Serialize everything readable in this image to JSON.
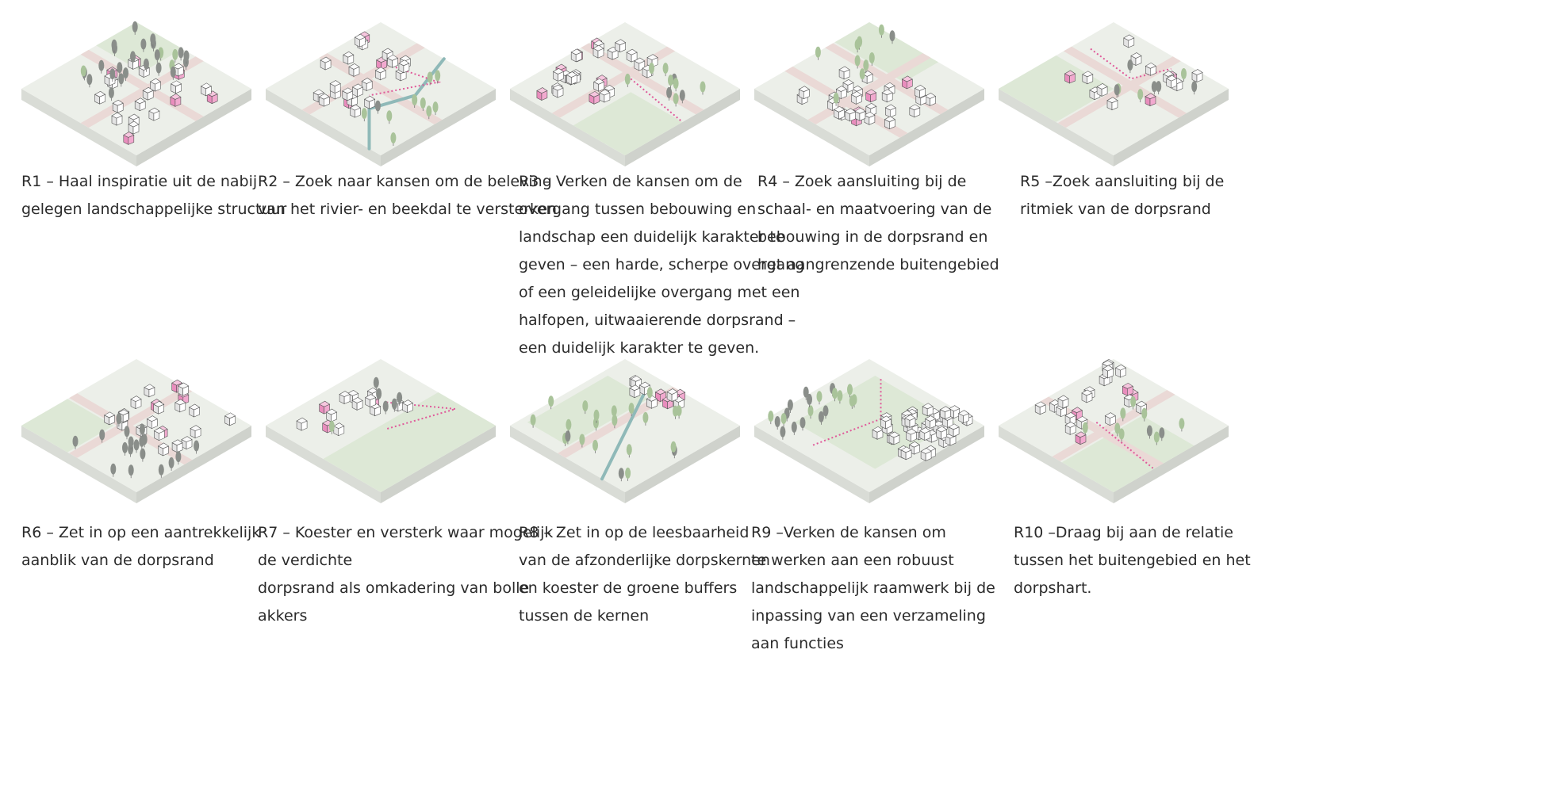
{
  "colors": {
    "tile_top": "#ecefe9",
    "tile_side": "#d9dcd6",
    "road": "#ead9d6",
    "field": "#dde8d6",
    "accent": "#e05a9a",
    "house": "#ffffff",
    "house_highlight": "#f2a9cf",
    "tree_dark": "#8a8e8a",
    "tree_green": "#a9c39a",
    "water": "#8fb9b8"
  },
  "panels": [
    {
      "id": "R1",
      "lines": [
        "R1 – Haal inspiratie uit de nabij",
        "gelegen landschappelijke structuur"
      ]
    },
    {
      "id": "R2",
      "lines": [
        "R2 – Zoek naar kansen om de beleving",
        "van het rivier- en beekdal te versterken"
      ]
    },
    {
      "id": "R3",
      "lines": [
        "R3 – Verken de kansen om de",
        "overgang tussen bebouwing  en",
        "landschap een duidelijk karakter te",
        "geven – een harde, scherpe overgang",
        "of een geleidelijke overgang met een",
        "halfopen, uitwaaierende dorpsrand –",
        "een duidelijk karakter te geven."
      ]
    },
    {
      "id": "R4",
      "lines": [
        "R4 – Zoek aansluiting bij de",
        "schaal- en maatvoering van de",
        "bebouwing in de dorpsrand en",
        "het aangrenzende  buitengebied"
      ]
    },
    {
      "id": "R5",
      "lines": [
        "R5 –Zoek aansluiting bij de",
        "ritmiek van de dorpsrand"
      ]
    },
    {
      "id": "R6",
      "lines": [
        "R6 – Zet in op een aantrekkelijk",
        "aanblik van de dorpsrand"
      ]
    },
    {
      "id": "R7",
      "lines": [
        "R7 – Koester en versterk waar mogelijk",
        "de verdichte",
        "dorpsrand als omkadering van bolle",
        "akkers"
      ]
    },
    {
      "id": "R8",
      "lines": [
        "R8 – Zet in op de leesbaarheid",
        "van de afzonderlijke dorpskernen",
        "en koester de groene buffers",
        "tussen de kernen"
      ]
    },
    {
      "id": "R9",
      "lines": [
        "R9 –Verken de kansen om",
        "te werken aan een robuust",
        "landschappelijk raamwerk bij de",
        "inpassing van een verzameling",
        "aan functies"
      ]
    },
    {
      "id": "R10",
      "lines": [
        "R10 –Draag bij aan de relatie",
        "tussen het buitengebied en het",
        "dorpshart."
      ]
    }
  ]
}
